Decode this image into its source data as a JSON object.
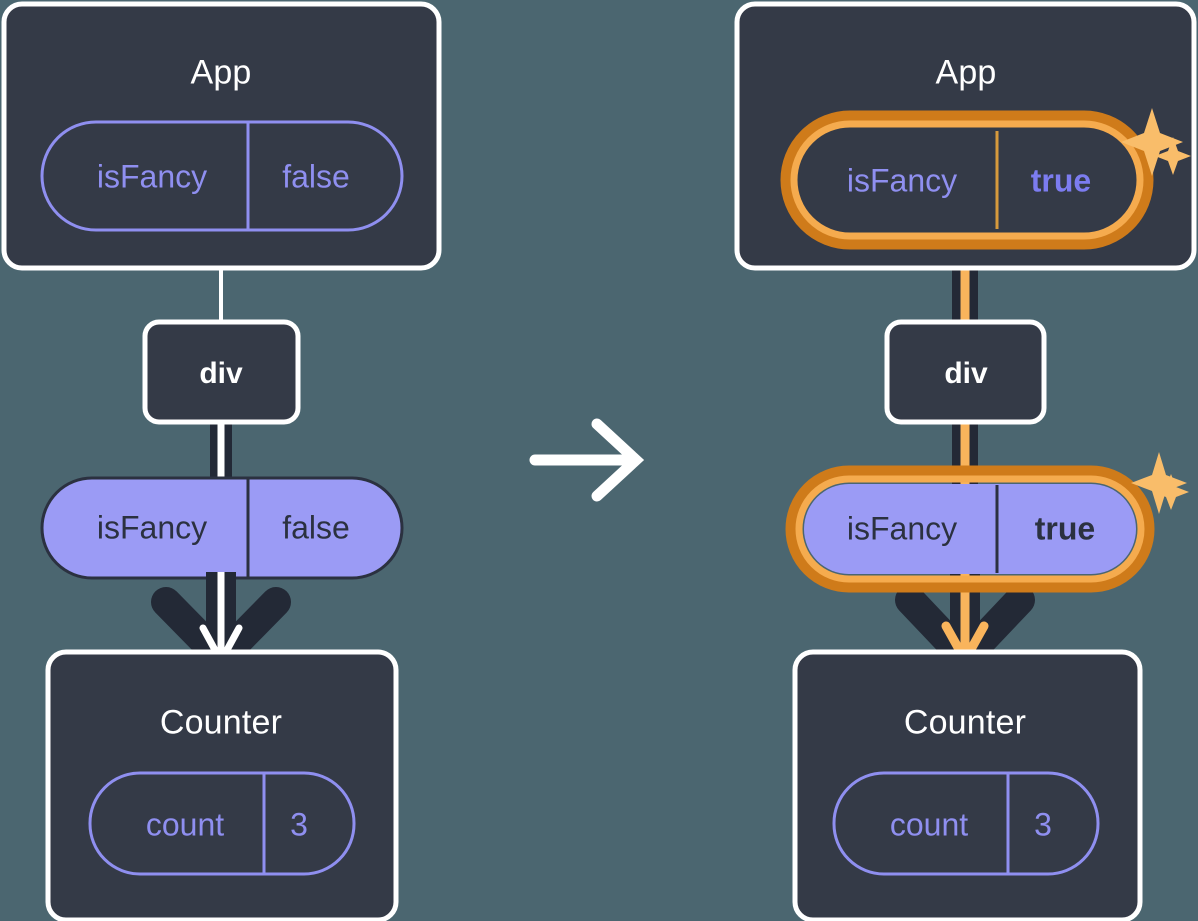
{
  "diagram": {
    "type": "react-state-tree-comparison",
    "background_color": "#4b6670",
    "transition_arrow": "arrow-right",
    "panels": [
      {
        "id": "before",
        "root": {
          "name": "App",
          "state": {
            "key": "isFancy",
            "value": "false",
            "highlighted": false,
            "style": "outline"
          }
        },
        "middle": {
          "name": "div"
        },
        "prop": {
          "key": "isFancy",
          "value": "false",
          "highlighted": false,
          "style": "solid"
        },
        "leaf": {
          "name": "Counter",
          "state": {
            "key": "count",
            "value": "3",
            "highlighted": false,
            "style": "outline"
          }
        },
        "edge_color": "#ffffff",
        "sparkles": false
      },
      {
        "id": "after",
        "root": {
          "name": "App",
          "state": {
            "key": "isFancy",
            "value": "true",
            "highlighted": true,
            "style": "outline"
          }
        },
        "middle": {
          "name": "div"
        },
        "prop": {
          "key": "isFancy",
          "value": "true",
          "highlighted": true,
          "style": "solid"
        },
        "leaf": {
          "name": "Counter",
          "state": {
            "key": "count",
            "value": "3",
            "highlighted": false,
            "style": "outline"
          }
        },
        "edge_color": "#f9b45c",
        "sparkles": true
      }
    ],
    "colors": {
      "box_fill": "#343a47",
      "box_stroke": "#ffffff",
      "pill_outline_stroke": "#8f8ff0",
      "pill_solid_fill": "#9b9bf5",
      "pill_solid_stroke": "#2b3140",
      "highlight_outer": "#cf7b1a",
      "highlight_inner": "#f5ab4e",
      "sparkle": "#f9bd6a",
      "arrow_dark": "#232936",
      "arrow_light_left": "#ffffff",
      "arrow_light_right": "#f9b45c"
    }
  }
}
